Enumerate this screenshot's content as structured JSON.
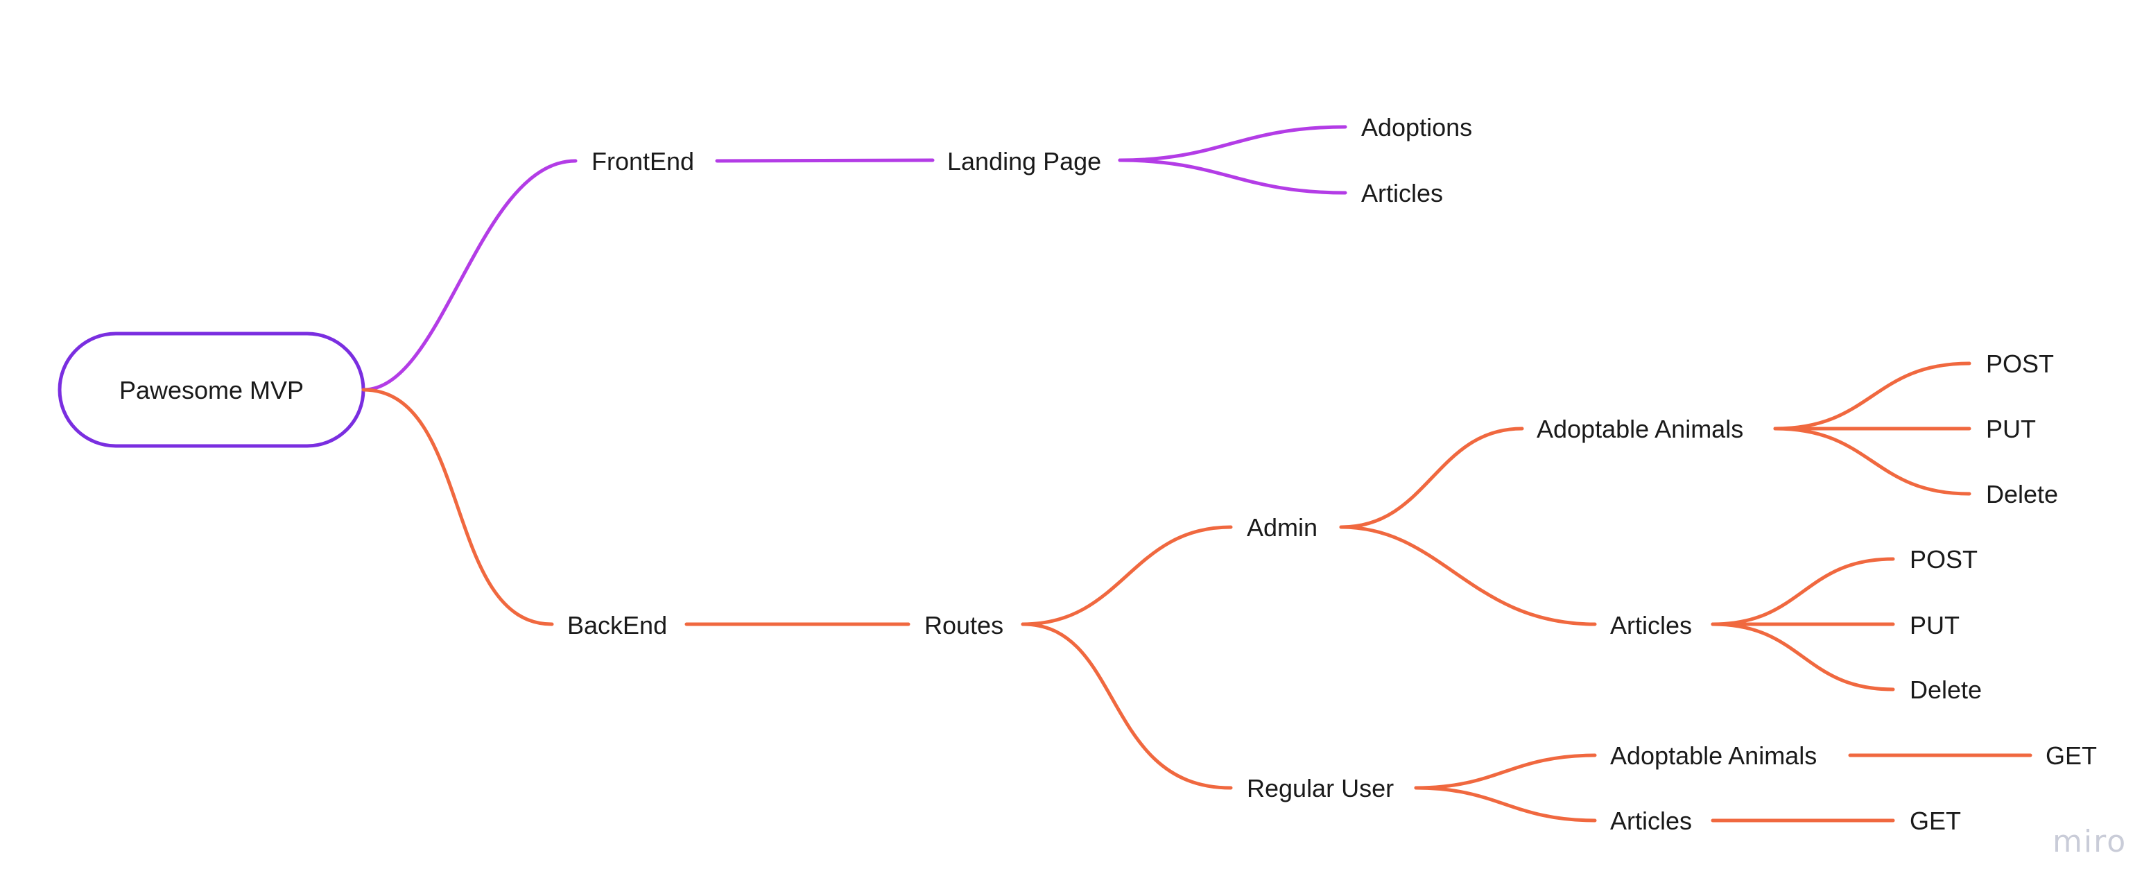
{
  "colors": {
    "frontend_branch": "#b33ce6",
    "backend_branch": "#f0683f",
    "root_border": "#7a2ee0",
    "text": "#1a1a1a",
    "watermark": "#c9ccd8"
  },
  "mindmap": {
    "root": "Pawesome MVP",
    "frontend": {
      "label": "FrontEnd",
      "landing_page": {
        "label": "Landing Page",
        "adoptions": "Adoptions",
        "articles": "Articles"
      }
    },
    "backend": {
      "label": "BackEnd",
      "routes": {
        "label": "Routes",
        "admin": {
          "label": "Admin",
          "adoptable_animals": {
            "label": "Adoptable Animals",
            "post": "POST",
            "put": "PUT",
            "delete": "Delete"
          },
          "articles": {
            "label": "Articles",
            "post": "POST",
            "put": "PUT",
            "delete": "Delete"
          }
        },
        "regular_user": {
          "label": "Regular User",
          "adoptable_animals": {
            "label": "Adoptable Animals",
            "get": "GET"
          },
          "articles": {
            "label": "Articles",
            "get": "GET"
          }
        }
      }
    }
  },
  "watermark": "miro"
}
